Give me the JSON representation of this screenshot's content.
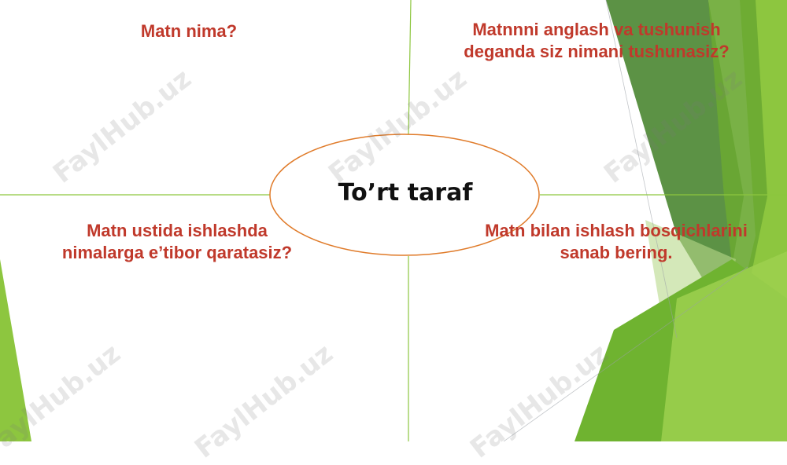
{
  "slide": {
    "center_title": "To’rt taraf",
    "questions": {
      "top_left": "Matn nima?",
      "top_right": [
        "Matnnni anglash va tushunish",
        "deganda siz nimani tushunasiz?"
      ],
      "bottom_left": [
        "Matn ustida ishlashda",
        "nimalarga e’tibor qaratasiz?"
      ],
      "bottom_right": [
        "Matn bilan ishlash bosqichlarini",
        "sanab bering."
      ]
    },
    "watermark": "FaylHub.uz"
  },
  "colors": {
    "question_text": "#c0392b",
    "divider": "#8dc63f",
    "ellipse_stroke": "#e07b2a",
    "green_dark": "#3f7f24",
    "green_light": "#8dc63f"
  }
}
